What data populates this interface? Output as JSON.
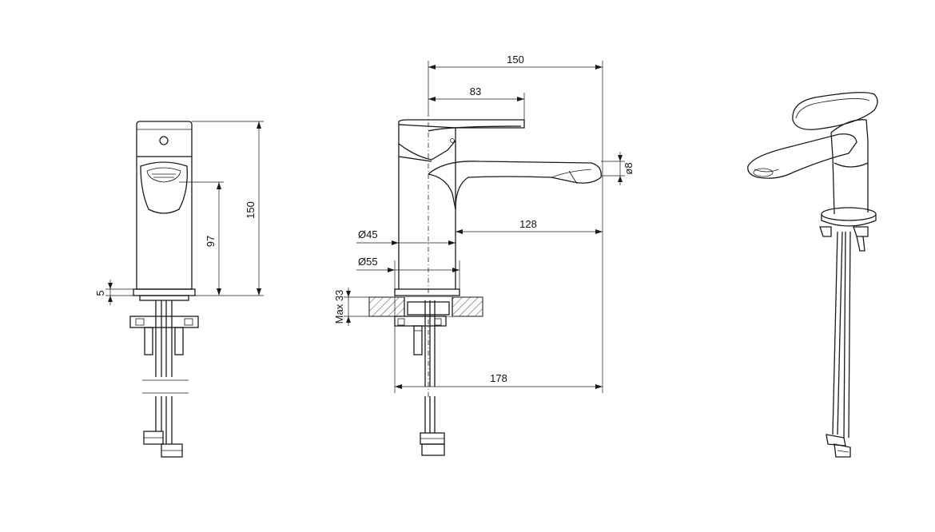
{
  "dimensions": {
    "front_height": "150",
    "front_spout_height": "97",
    "front_base_plate": "5",
    "side_total_reach": "150",
    "side_handle_length": "83",
    "side_outlet_dia": "ø8",
    "side_spout_reach": "128",
    "side_body_dia": "Ø45",
    "side_base_dia": "Ø55",
    "side_max_counter": "Max 33",
    "side_overall_length": "178"
  }
}
